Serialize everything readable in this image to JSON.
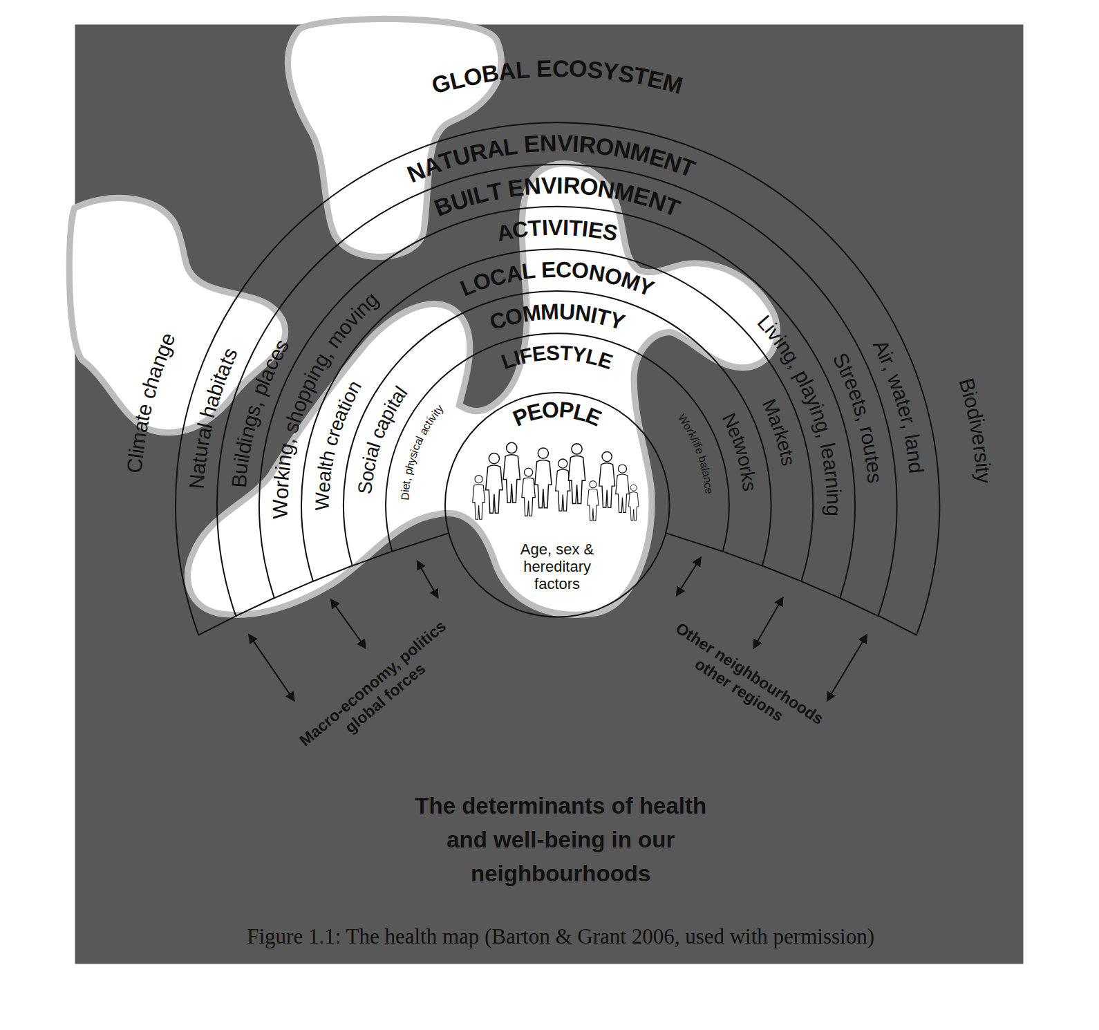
{
  "diagram": {
    "title": "The determinants of health and well-being in our neighbourhoods",
    "caption": "Figure 1.1: The health map (Barton & Grant 2006, used with permission)",
    "nodes": [
      {
        "text": [
          "GLOBAL ECOSYSTEM",
          "Climate change",
          "Biodiversity"
        ]
      },
      {
        "text": [
          "NATURAL ENVIRONMENT",
          "Natural habitats",
          "Air, water, land"
        ],
        "in": 0
      },
      {
        "text": [
          "BUILT ENVIRONMENT",
          "Buildings, places",
          "Streets, routes"
        ],
        "in": 1
      },
      {
        "text": [
          "ACTIVITIES",
          "Working, shopping, moving",
          "Living, playing, learning"
        ],
        "in": 2
      },
      {
        "text": [
          "LOCAL ECONOMY",
          "Wealth creation",
          "Markets"
        ],
        "in": 3
      },
      {
        "text": [
          "COMMUNITY",
          "Social capital",
          "Networks"
        ],
        "in": 4
      },
      {
        "text": [
          "LIFESTYLE",
          "Diet, physical activity",
          "Work/life balance"
        ],
        "in": 5
      },
      {
        "text": [
          "PEOPLE",
          "Age, sex & hereditary factors"
        ],
        "in": 6
      }
    ],
    "labels": [
      "Macro-economy, politics global forces",
      "Other neighbourhoods other regions"
    ]
  }
}
